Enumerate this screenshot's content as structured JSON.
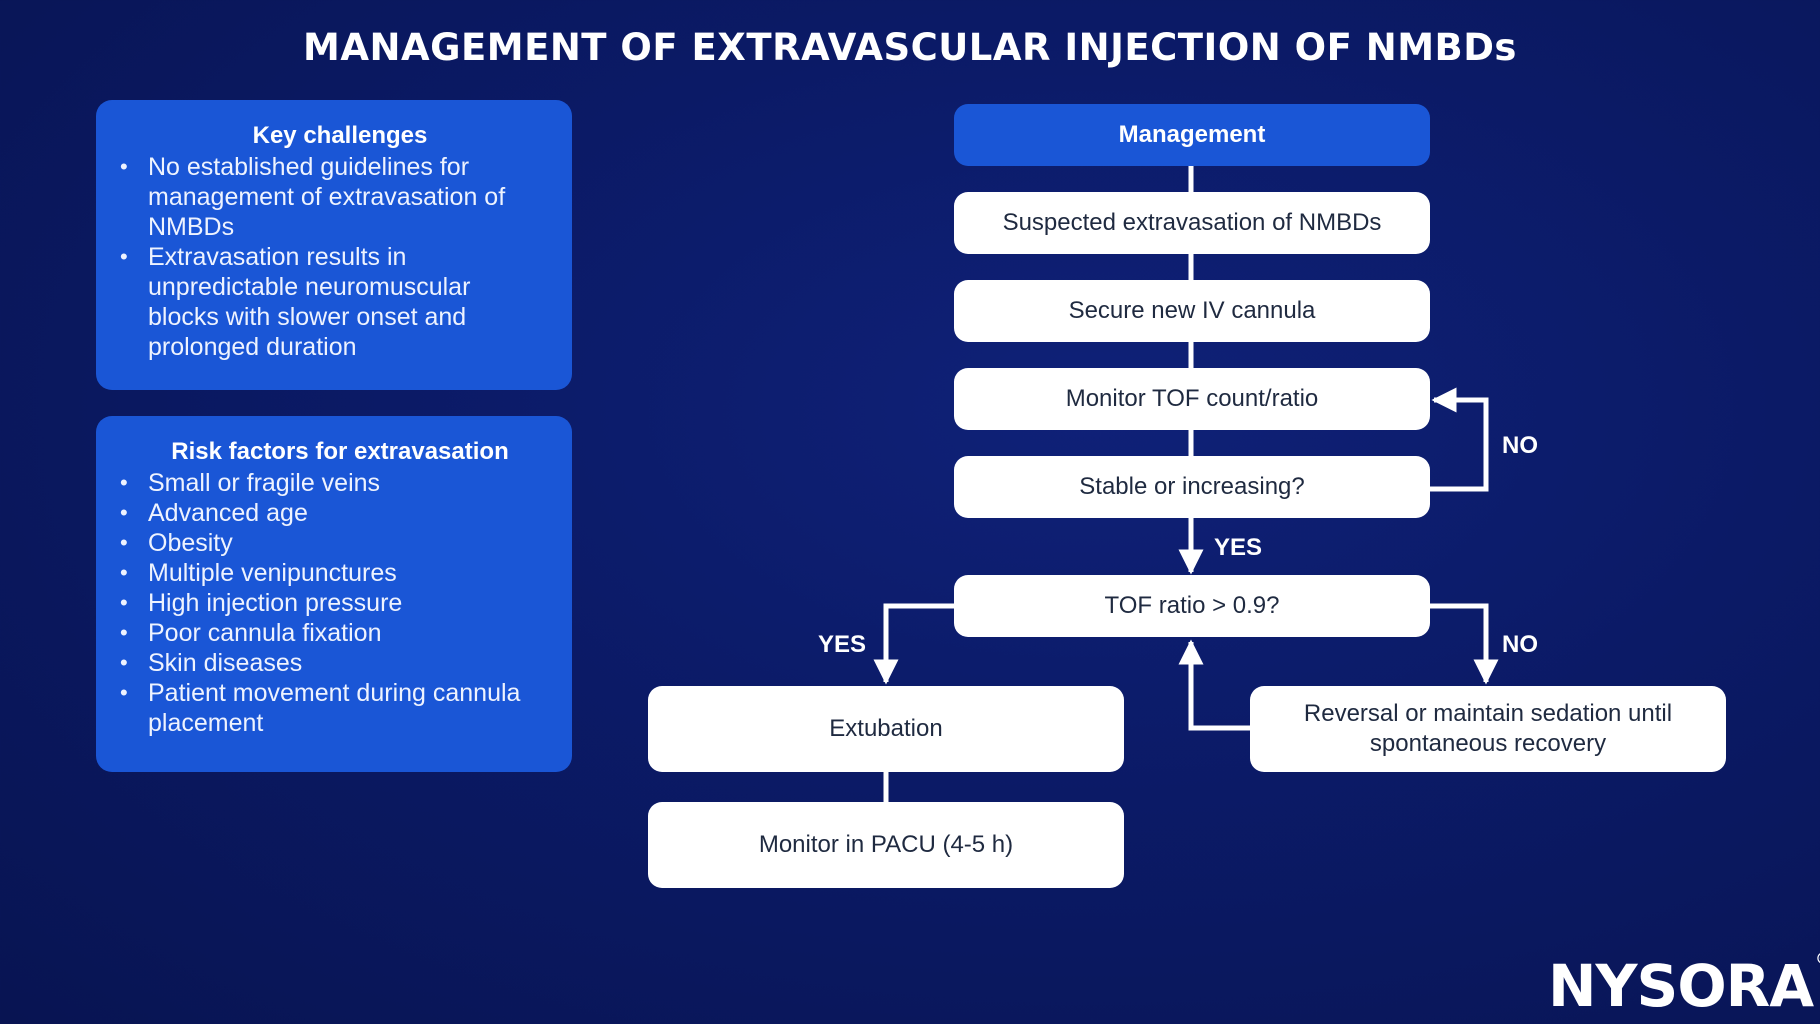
{
  "title": "MANAGEMENT OF EXTRAVASCULAR INJECTION OF NMBDs",
  "key_challenges": {
    "heading": "Key challenges",
    "items": [
      "No established guidelines for management of extravasation of NMBDs",
      "Extravasation results in unpredictable neuromuscular blocks with slower onset and prolonged duration"
    ]
  },
  "risk_factors": {
    "heading": "Risk factors for extravasation",
    "items": [
      "Small or fragile veins",
      "Advanced age",
      "Obesity",
      "Multiple venipunctures",
      "High injection pressure",
      "Poor cannula fixation",
      "Skin diseases",
      "Patient movement during cannula placement"
    ]
  },
  "flow": {
    "header": "Management",
    "suspected": "Suspected extravasation of NMBDs",
    "secure": "Secure new IV cannula",
    "monitor_tof": "Monitor TOF count/ratio",
    "stable": "Stable or increasing?",
    "tof_ratio": "TOF ratio > 0.9?",
    "extubation": "Extubation",
    "monitor_pacu": "Monitor in PACU (4-5 h)",
    "reversal": "Reversal or maintain sedation until spontaneous recovery",
    "yes_label_1": "YES",
    "no_label_1": "NO",
    "yes_label_2": "YES",
    "no_label_2": "NO"
  },
  "colors": {
    "background": "#0b1a66",
    "panel": "#1a56d6",
    "box": "#ffffff",
    "text_dark": "#1f2a40"
  },
  "logo": {
    "text": "NYSORA",
    "mark": "©"
  }
}
